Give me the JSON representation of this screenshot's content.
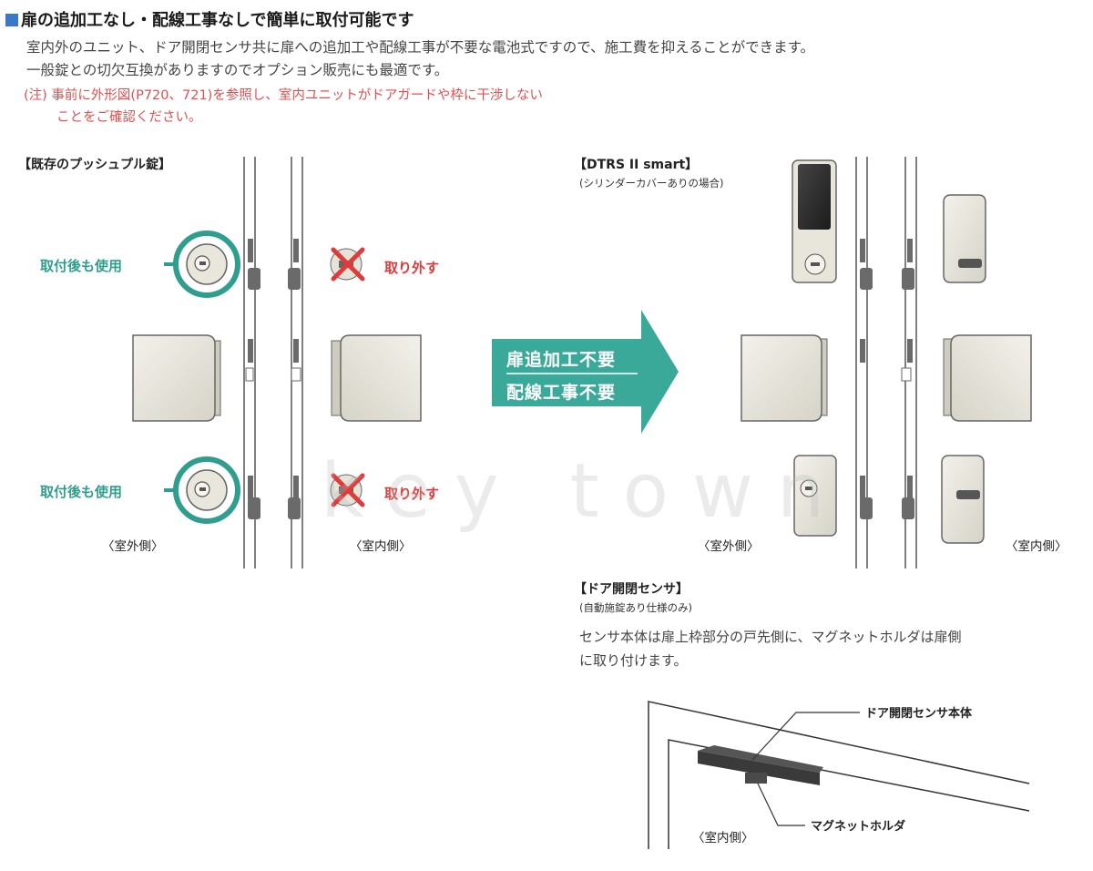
{
  "header": {
    "title": "扉の追加工なし・配線工事なしで簡単に取付可能です",
    "line1": "室内外のユニット、ドア開閉センサ共に扉への追加工や配線工事が不要な電池式ですので、施工費を抑えることができます。",
    "line2": "一般錠との切欠互換がありますのでオプション販売にも最適です。",
    "note1": "(注) 事前に外形図(P720、721)を参照し、室内ユニットがドアガードや枠に干渉しない",
    "note2": "ことをご確認ください。"
  },
  "left": {
    "title": "【既存のプッシュプル錠】",
    "keep_label_top": "取付後も使用",
    "keep_label_bottom": "取付後も使用",
    "remove_label_top": "取り外す",
    "remove_label_bottom": "取り外す",
    "outdoor": "〈室外側〉",
    "indoor": "〈室内側〉"
  },
  "arrow": {
    "line1": "扉追加工不要",
    "line2": "配線工事不要",
    "color": "#3ba99a"
  },
  "right": {
    "title": "【DTRS II smart】",
    "subtitle": "(シリンダーカバーありの場合)",
    "outdoor": "〈室外側〉",
    "indoor": "〈室内側〉"
  },
  "sensor": {
    "title": "【ドア開閉センサ】",
    "subtitle": "(自動施錠あり仕様のみ)",
    "desc1": "センサ本体は扉上枠部分の戸先側に、マグネットホルダは扉側",
    "desc2": "に取り付けます。",
    "callout_body": "ドア開閉センサ本体",
    "callout_magnet": "マグネットホルダ",
    "indoor": "〈室内側〉"
  },
  "watermark": "key town",
  "icons": {
    "keep": "cylinder-lock-icon",
    "remove": "cross-mark-icon",
    "arrow": "right-arrow-icon"
  }
}
